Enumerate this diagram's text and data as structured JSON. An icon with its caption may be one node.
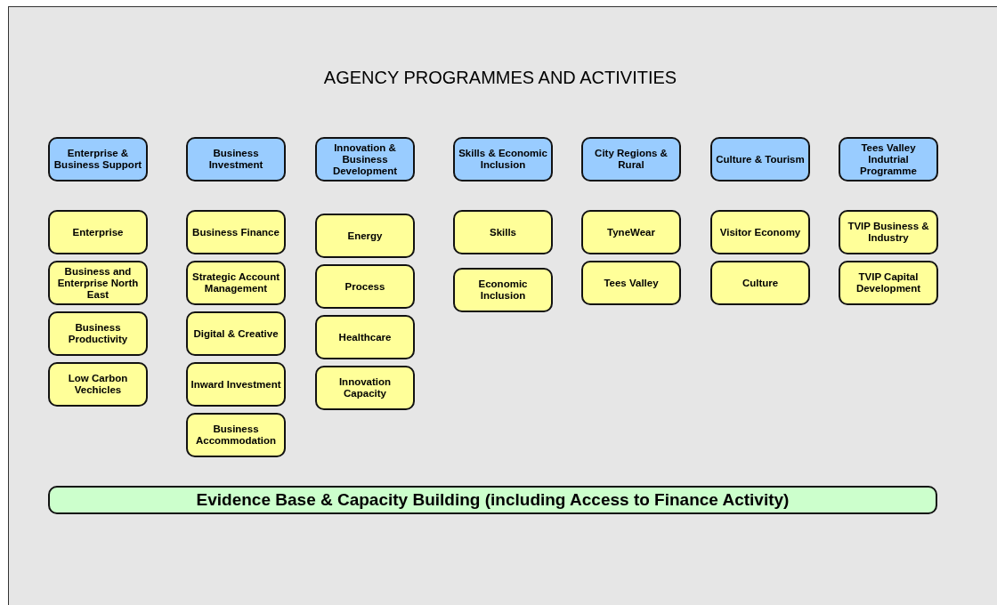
{
  "diagram": {
    "title": "AGENCY PROGRAMMES AND ACTIVITIES",
    "nodes": [
      {
        "text": [
          "Enterprise & Business Support"
        ]
      },
      {
        "text": [
          "Business Investment"
        ]
      },
      {
        "text": [
          "Innovation & Business Development"
        ]
      },
      {
        "text": [
          "Skills & Economic Inclusion"
        ]
      },
      {
        "text": [
          "City Regions & Rural"
        ]
      },
      {
        "text": [
          "Culture & Tourism"
        ]
      },
      {
        "text": [
          "Tees Valley Indutrial Programme"
        ]
      },
      {
        "text": [
          "Enterprise"
        ]
      },
      {
        "text": [
          "Business and Enterprise North East"
        ]
      },
      {
        "text": [
          "Business Productivity"
        ]
      },
      {
        "text": [
          "Low Carbon Vechicles"
        ]
      },
      {
        "text": [
          "Business Finance"
        ]
      },
      {
        "text": [
          "Strategic Account Management"
        ]
      },
      {
        "text": [
          "Digital & Creative"
        ]
      },
      {
        "text": [
          "Inward Investment"
        ]
      },
      {
        "text": [
          "Business Accommodation"
        ]
      },
      {
        "text": [
          "Energy"
        ]
      },
      {
        "text": [
          "Process"
        ]
      },
      {
        "text": [
          "Healthcare"
        ]
      },
      {
        "text": [
          "Innovation Capacity"
        ]
      },
      {
        "text": [
          "Skills"
        ]
      },
      {
        "text": [
          "Economic Inclusion"
        ]
      },
      {
        "text": [
          "TyneWear"
        ]
      },
      {
        "text": [
          "Tees Valley"
        ]
      },
      {
        "text": [
          "Visitor Economy"
        ]
      },
      {
        "text": [
          "Culture"
        ]
      },
      {
        "text": [
          "TVIP Business & Industry"
        ]
      },
      {
        "text": [
          "TVIP Capital Development"
        ]
      },
      {
        "text": [
          "Evidence Base & Capacity Building (including Access to Finance Activity)"
        ]
      }
    ]
  }
}
